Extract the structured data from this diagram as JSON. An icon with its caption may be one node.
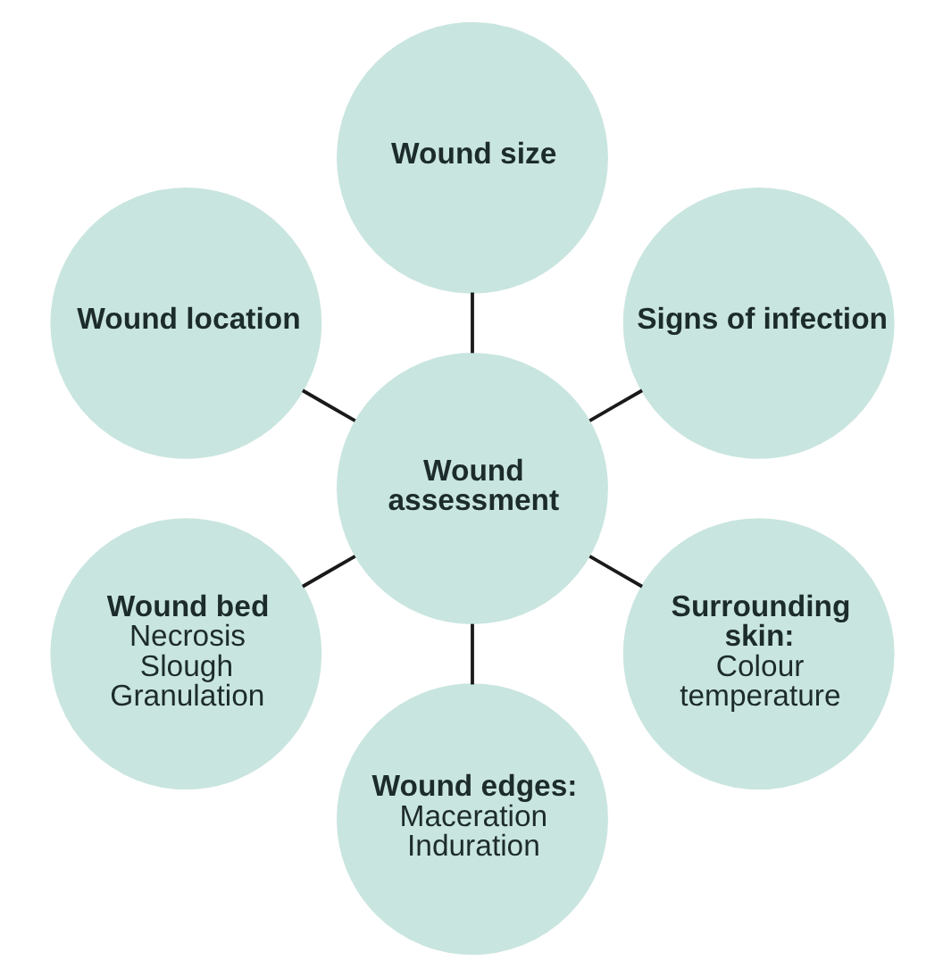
{
  "diagram": {
    "nodes": [
      {
        "text": [
          "Wound size"
        ]
      },
      {
        "text": [
          "Wound location"
        ]
      },
      {
        "text": [
          "Signs of infection"
        ]
      },
      {
        "text": [
          "Wound assessment"
        ]
      },
      {
        "text": [
          "Wound bed",
          "Necrosis Slough Granulation"
        ]
      },
      {
        "text": [
          "Surrounding skin:",
          "Colour temperature"
        ]
      },
      {
        "text": [
          "Wound edges:",
          "Maceration Induration"
        ]
      }
    ],
    "edges": [
      {
        "from": 3,
        "to": 0,
        "arrow": "none"
      },
      {
        "from": 3,
        "to": 2,
        "arrow": "none"
      },
      {
        "from": 3,
        "to": 5,
        "arrow": "none"
      },
      {
        "from": 3,
        "to": 6,
        "arrow": "none"
      },
      {
        "from": 3,
        "to": 4,
        "arrow": "none"
      },
      {
        "from": 3,
        "to": 1,
        "arrow": "none"
      }
    ]
  }
}
